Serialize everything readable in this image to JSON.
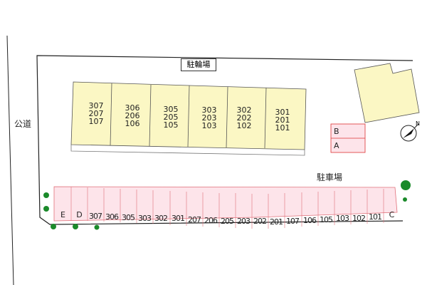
{
  "labels": {
    "public_road": "公道",
    "bicycle_parking": "駐輪場",
    "parking_lot": "駐車場"
  },
  "building_units": [
    {
      "rooms": [
        "307",
        "207",
        "107"
      ]
    },
    {
      "rooms": [
        "306",
        "206",
        "106"
      ]
    },
    {
      "rooms": [
        "305",
        "205",
        "105"
      ]
    },
    {
      "rooms": [
        "303",
        "203",
        "103"
      ]
    },
    {
      "rooms": [
        "302",
        "202",
        "102"
      ]
    },
    {
      "rooms": [
        "301",
        "201",
        "101"
      ]
    }
  ],
  "small_lot": [
    "B",
    "A"
  ],
  "parking_slots": [
    "E",
    "D",
    "307",
    "306",
    "305",
    "303",
    "302",
    "301",
    "207",
    "206",
    "205",
    "203",
    "202",
    "201",
    "107",
    "106",
    "105",
    "103",
    "102",
    "101",
    "C"
  ],
  "compass": {
    "direction": "N",
    "icon": "compass-north-icon"
  },
  "colors": {
    "building_fill": "#fbf7c4",
    "parking_fill": "#fde4ea",
    "parking_stroke": "#e0707a",
    "tree": "#1a8a2a"
  }
}
